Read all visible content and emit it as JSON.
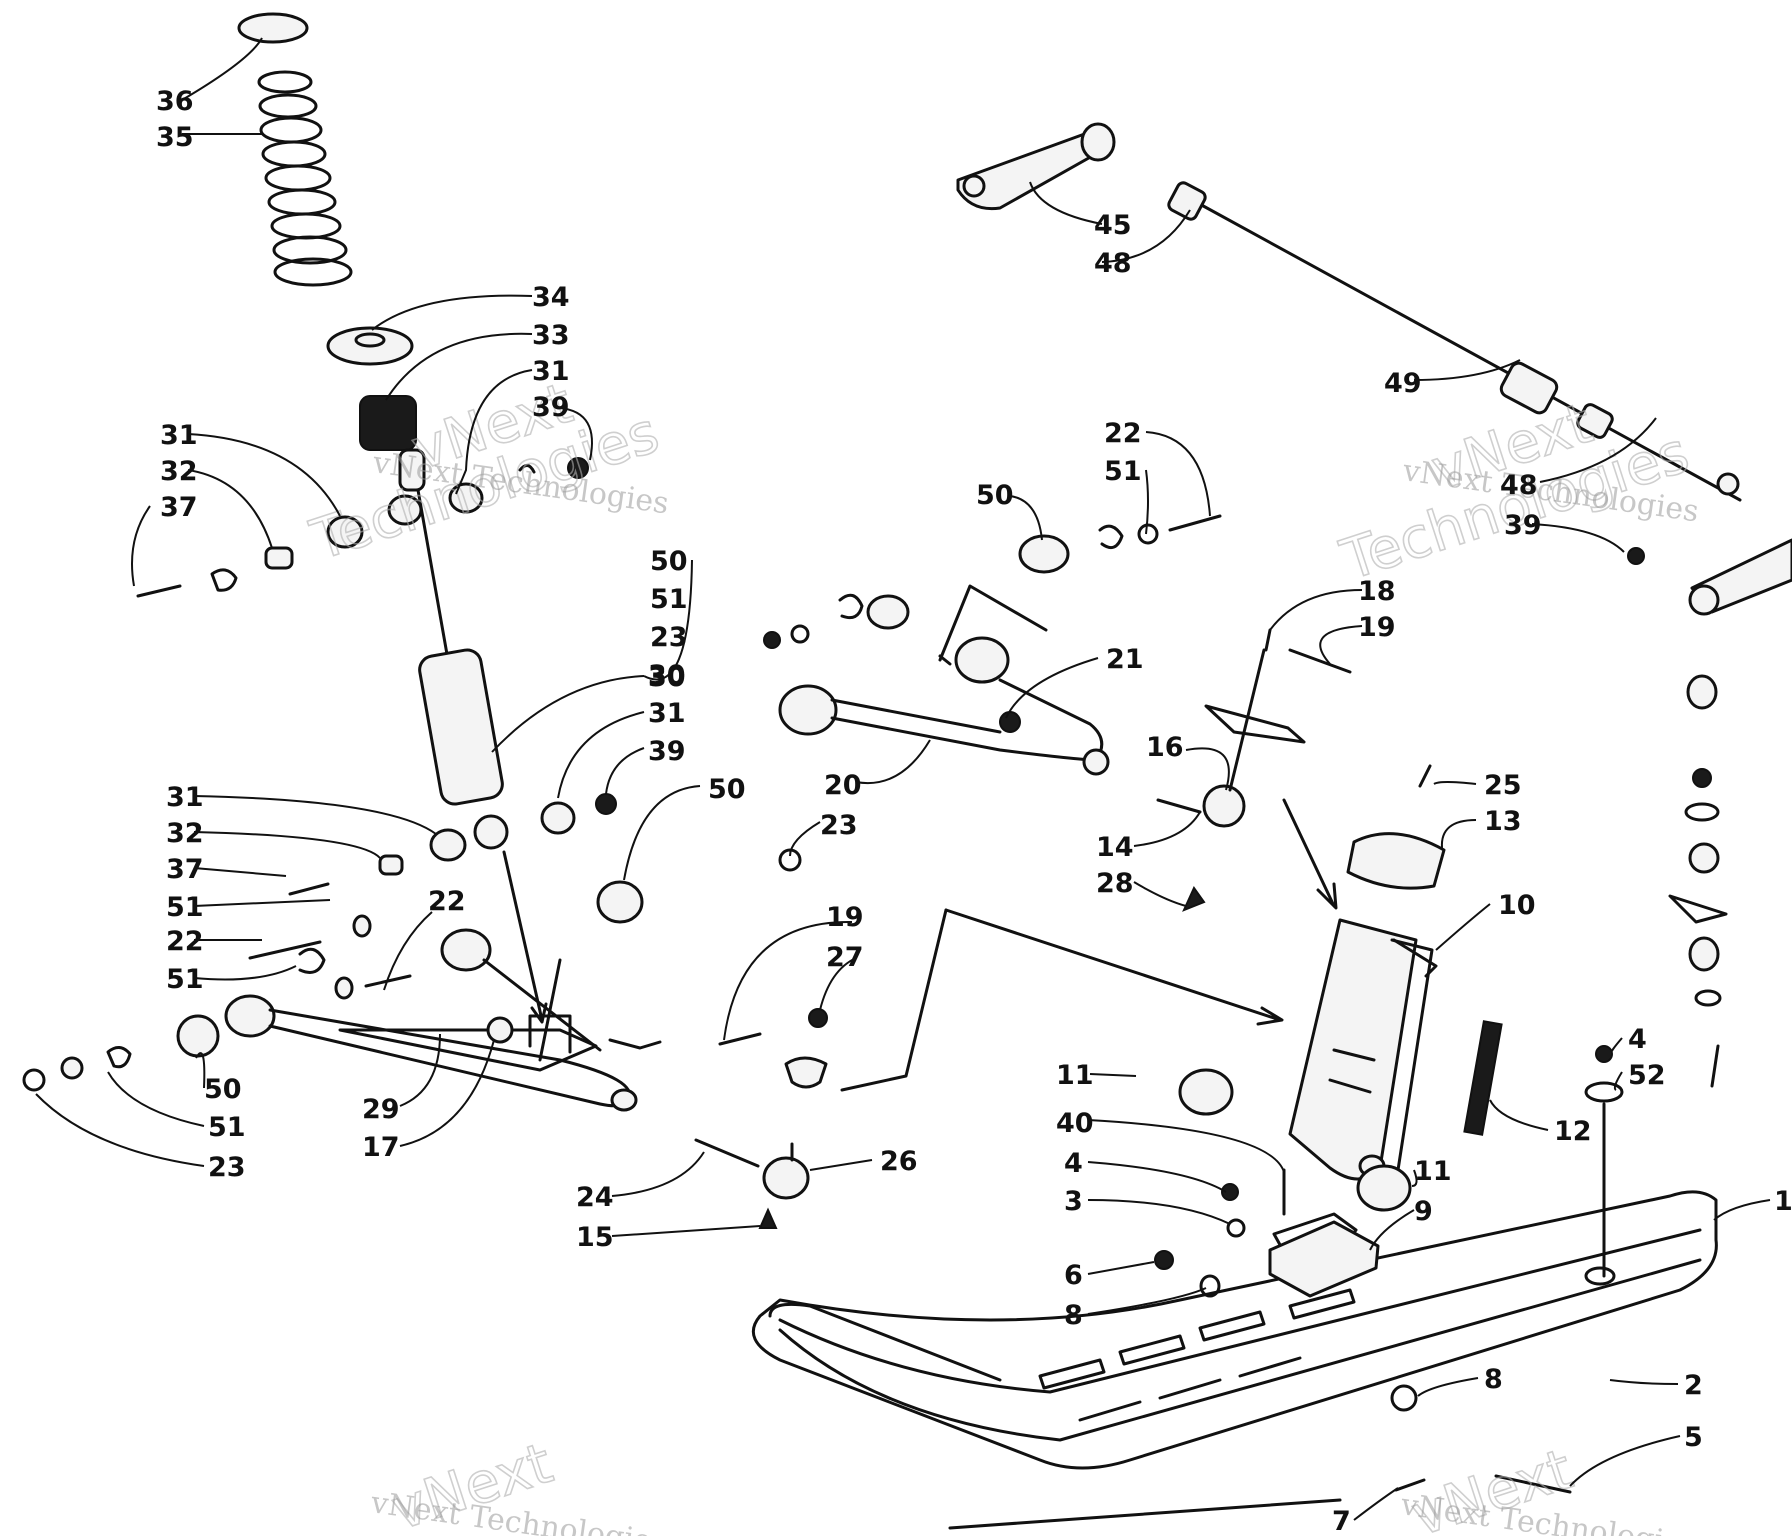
{
  "watermark": {
    "line1": "vNext",
    "line2": "Technologies",
    "caption": "vNext Technologies"
  },
  "callouts": [
    {
      "id": "c1",
      "text": "36"
    },
    {
      "id": "c2",
      "text": "35"
    },
    {
      "id": "c3",
      "text": "34"
    },
    {
      "id": "c4",
      "text": "33"
    },
    {
      "id": "c5",
      "text": "31"
    },
    {
      "id": "c6",
      "text": "39"
    },
    {
      "id": "c7",
      "text": "31"
    },
    {
      "id": "c8",
      "text": "32"
    },
    {
      "id": "c9",
      "text": "37"
    },
    {
      "id": "c10",
      "text": "30"
    },
    {
      "id": "c11",
      "text": "31"
    },
    {
      "id": "c12",
      "text": "39"
    },
    {
      "id": "c13",
      "text": "31"
    },
    {
      "id": "c14",
      "text": "32"
    },
    {
      "id": "c15",
      "text": "37"
    },
    {
      "id": "c16",
      "text": "51"
    },
    {
      "id": "c17",
      "text": "22"
    },
    {
      "id": "c18",
      "text": "22"
    },
    {
      "id": "c19",
      "text": "51"
    },
    {
      "id": "c20",
      "text": "50"
    },
    {
      "id": "c21",
      "text": "51"
    },
    {
      "id": "c22",
      "text": "23"
    },
    {
      "id": "c23",
      "text": "29"
    },
    {
      "id": "c24",
      "text": "17"
    },
    {
      "id": "c25",
      "text": "50"
    },
    {
      "id": "c26",
      "text": "51"
    },
    {
      "id": "c27",
      "text": "23"
    },
    {
      "id": "c28",
      "text": "30"
    },
    {
      "id": "c29",
      "text": "20"
    },
    {
      "id": "c30",
      "text": "50"
    },
    {
      "id": "c31",
      "text": "23"
    },
    {
      "id": "c32",
      "text": "19"
    },
    {
      "id": "c33",
      "text": "27"
    },
    {
      "id": "c34",
      "text": "24"
    },
    {
      "id": "c35",
      "text": "26"
    },
    {
      "id": "c36",
      "text": "15"
    },
    {
      "id": "c37",
      "text": "45"
    },
    {
      "id": "c38",
      "text": "48"
    },
    {
      "id": "c39",
      "text": "49"
    },
    {
      "id": "c40",
      "text": "48"
    },
    {
      "id": "c41",
      "text": "39"
    },
    {
      "id": "c42",
      "text": "22"
    },
    {
      "id": "c43",
      "text": "51"
    },
    {
      "id": "c44",
      "text": "50"
    },
    {
      "id": "c45",
      "text": "21"
    },
    {
      "id": "c46",
      "text": "18"
    },
    {
      "id": "c47",
      "text": "19"
    },
    {
      "id": "c48",
      "text": "16"
    },
    {
      "id": "c49",
      "text": "14"
    },
    {
      "id": "c50",
      "text": "28"
    },
    {
      "id": "c51",
      "text": "25"
    },
    {
      "id": "c52",
      "text": "13"
    },
    {
      "id": "c53",
      "text": "10"
    },
    {
      "id": "c54",
      "text": "11"
    },
    {
      "id": "c55",
      "text": "40"
    },
    {
      "id": "c56",
      "text": "4"
    },
    {
      "id": "c57",
      "text": "3"
    },
    {
      "id": "c58",
      "text": "6"
    },
    {
      "id": "c59",
      "text": "8"
    },
    {
      "id": "c60",
      "text": "11"
    },
    {
      "id": "c61",
      "text": "9"
    },
    {
      "id": "c62",
      "text": "12"
    },
    {
      "id": "c63",
      "text": "4"
    },
    {
      "id": "c64",
      "text": "52"
    },
    {
      "id": "c65",
      "text": "1"
    },
    {
      "id": "c66",
      "text": "8"
    },
    {
      "id": "c67",
      "text": "2"
    },
    {
      "id": "c68",
      "text": "5"
    },
    {
      "id": "c69",
      "text": "7"
    }
  ]
}
